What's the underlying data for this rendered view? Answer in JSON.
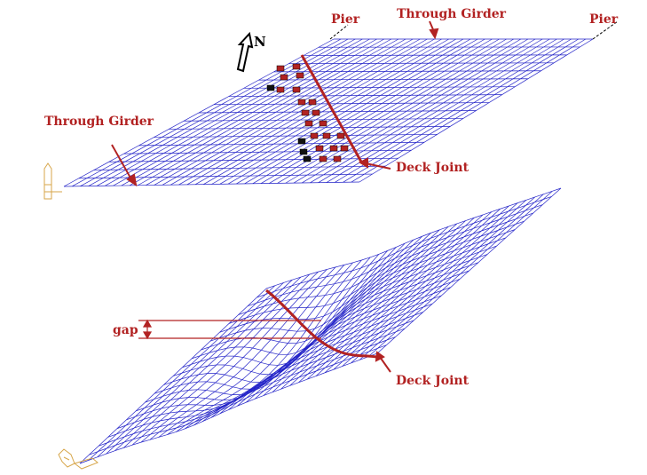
{
  "labels": {
    "pier_left": "Pier",
    "pier_right": "Pier",
    "through_girder_top": "Through Girder",
    "through_girder_left": "Through Girder",
    "north": "N",
    "deck_joint_top": "Deck Joint",
    "deck_joint_bottom": "Deck Joint",
    "gap": "gap"
  },
  "colors": {
    "mesh": "#2424c8",
    "annotation": "#b22222",
    "axis_triad": "#d7a64a",
    "north_arrow": "#000000",
    "load_marker": "#b22222",
    "load_marker_dark": "#111111"
  },
  "icons": {
    "north_arrow": "north-arrow-icon",
    "axis_triad_top": "axis-triad-icon",
    "axis_triad_bottom": "axis-triad-icon"
  }
}
